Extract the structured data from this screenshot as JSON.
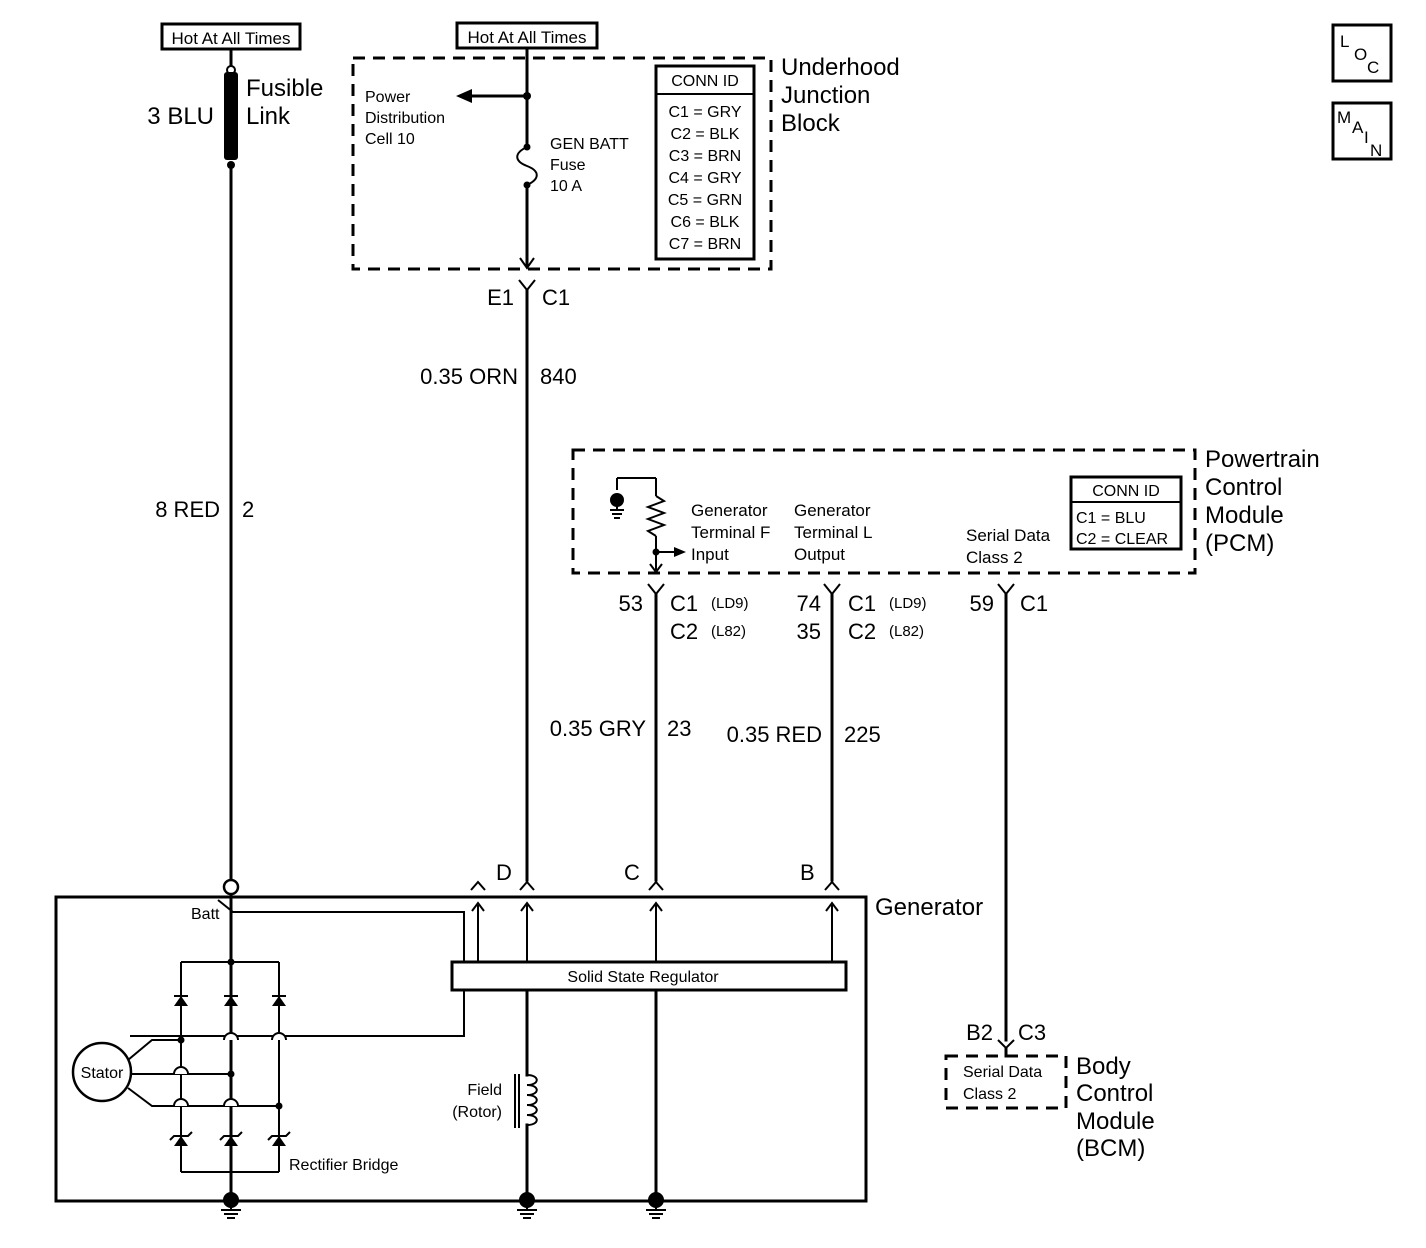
{
  "hot_labels": {
    "fusible": "Hot At All Times",
    "junction": "Hot At All Times"
  },
  "fusible_link": {
    "wire": "3 BLU",
    "label_line1": "Fusible",
    "label_line2": "Link"
  },
  "batt_wire": {
    "gauge": "8 RED",
    "circuit": "2"
  },
  "junction_block": {
    "title_line1": "Underhood",
    "title_line2": "Junction",
    "title_line3": "Block",
    "power_dist_line1": "Power",
    "power_dist_line2": "Distribution",
    "power_dist_line3": "Cell 10",
    "fuse_line1": "GEN BATT",
    "fuse_line2": "Fuse",
    "fuse_line3": "10 A",
    "conn_id_title": "CONN ID",
    "conn_ids": [
      "C1 = GRY",
      "C2 = BLK",
      "C3 = BRN",
      "C4 = GRY",
      "C5 = GRN",
      "C6 = BLK",
      "C7 = BRN"
    ],
    "pin": "E1",
    "connector": "C1"
  },
  "orn_wire": {
    "gauge": "0.35 ORN",
    "circuit": "840"
  },
  "pcm": {
    "title_line1": "Powertrain",
    "title_line2": "Control",
    "title_line3": "Module",
    "title_line4": "(PCM)",
    "term_f_line1": "Generator",
    "term_f_line2": "Terminal F",
    "term_f_line3": "Input",
    "term_l_line1": "Generator",
    "term_l_line2": "Terminal L",
    "term_l_line3": "Output",
    "serial_line1": "Serial Data",
    "serial_line2": "Class 2",
    "conn_id_title": "CONN ID",
    "conn_ids": [
      "C1 = BLU",
      "C2 = CLEAR"
    ],
    "f_pin1": "53",
    "f_conn1": "C1",
    "f_opt1": "(LD9)",
    "f_conn2": "C2",
    "f_opt2": "(L82)",
    "l_pin1": "74",
    "l_pin2": "35",
    "l_conn1": "C1",
    "l_opt1": "(LD9)",
    "l_conn2": "C2",
    "l_opt2": "(L82)",
    "s_pin": "59",
    "s_conn": "C1"
  },
  "gry_wire": {
    "gauge": "0.35 GRY",
    "circuit": "23"
  },
  "red_wire": {
    "gauge": "0.35 RED",
    "circuit": "225"
  },
  "generator": {
    "title": "Generator",
    "batt": "Batt",
    "terminal_d": "D",
    "terminal_c": "C",
    "terminal_b": "B",
    "regulator": "Solid State Regulator",
    "stator": "Stator",
    "field_line1": "Field",
    "field_line2": "(Rotor)",
    "rectifier": "Rectifier Bridge"
  },
  "bcm": {
    "pin": "B2",
    "connector": "C3",
    "serial_line1": "Serial Data",
    "serial_line2": "Class 2",
    "title_line1": "Body",
    "title_line2": "Control",
    "title_line3": "Module",
    "title_line4": "(BCM)"
  },
  "nav": {
    "loc": [
      "L",
      "O",
      "C"
    ],
    "main": [
      "M",
      "A",
      "I",
      "N"
    ]
  }
}
